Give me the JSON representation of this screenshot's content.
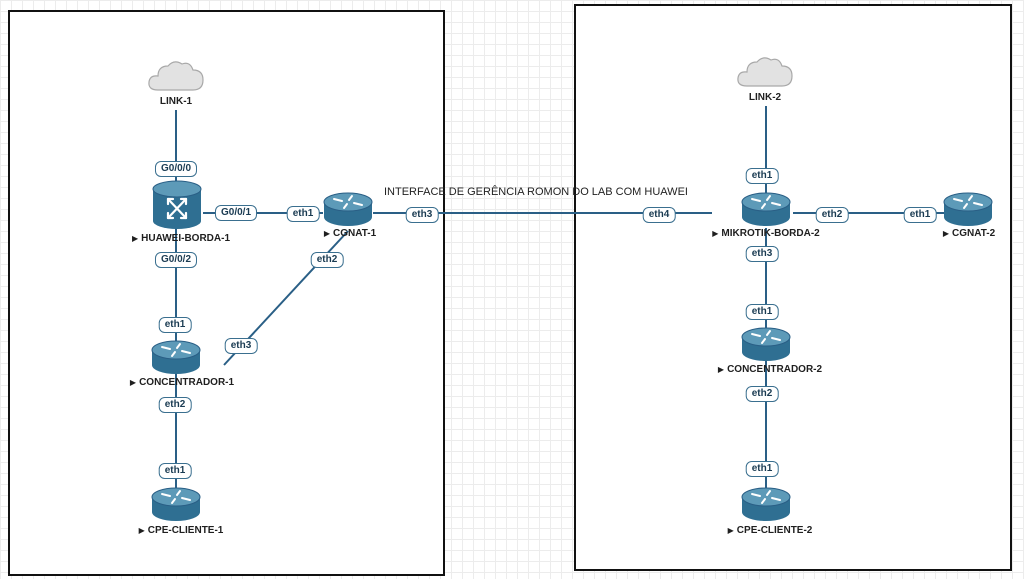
{
  "annotation": "INTERFACE DE GERÊNCIA ROMON DO LAB COM HUAWEI",
  "colors": {
    "link": "#2a5f86",
    "router": "#2f6f92",
    "router_top": "#5d9ab8",
    "cloud": "#dddddd"
  },
  "nodes": {
    "link1": "LINK-1",
    "huawei": "HUAWEI-BORDA-1",
    "cgnat1": "CGNAT-1",
    "conc1": "CONCENTRADOR-1",
    "cpe1": "CPE-CLIENTE-1",
    "link2": "LINK-2",
    "mikrotik": "MIKROTIK-BORDA-2",
    "cgnat2": "CGNAT-2",
    "conc2": "CONCENTRADOR-2",
    "cpe2": "CPE-CLIENTE-2"
  },
  "ports": {
    "huawei_g000": "G0/0/0",
    "huawei_g001": "G0/0/1",
    "huawei_g002": "G0/0/2",
    "cgnat1_eth1": "eth1",
    "cgnat1_eth2": "eth2",
    "cgnat1_eth3": "eth3",
    "conc1_eth1": "eth1",
    "conc1_eth2": "eth2",
    "conc1_eth3": "eth3",
    "cpe1_eth1": "eth1",
    "mikrotik_eth1": "eth1",
    "mikrotik_eth2": "eth2",
    "mikrotik_eth3": "eth3",
    "mikrotik_eth4": "eth4",
    "cgnat2_eth1": "eth1",
    "conc2_eth1": "eth1",
    "conc2_eth2": "eth2",
    "cpe2_eth1": "eth1"
  }
}
